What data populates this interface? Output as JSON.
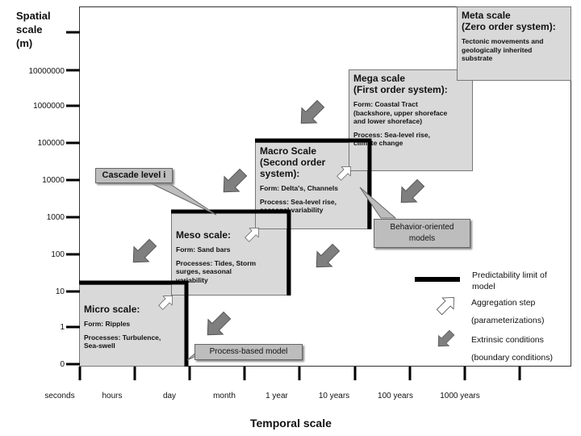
{
  "axes": {
    "y_title": [
      "Spatial",
      "scale",
      "(m)"
    ],
    "y_ticks": [
      "10000000",
      "1000000",
      "100000",
      "10000",
      "1000",
      "100",
      "10",
      "1",
      "0"
    ],
    "x_title": "Temporal scale",
    "x_ticks": [
      "seconds",
      "hours",
      "day",
      "month",
      "1 year",
      "10 years",
      "100 years",
      "1000 years"
    ]
  },
  "boxes": {
    "micro": {
      "title": "Micro scale:",
      "lines": [
        "Form: Ripples",
        "Processes: Turbulence,",
        "Sea-swell"
      ]
    },
    "meso": {
      "title": "Meso scale:",
      "lines": [
        "Form: Sand bars",
        "Processes: Tides, Storm",
        "surges, seasonal",
        "variability"
      ]
    },
    "macro": {
      "title": [
        "Macro Scale",
        "(Second order",
        "system):"
      ],
      "lines": [
        "Form: Delta's, Channels",
        "Process: Sea-level rise,",
        "seasonal variability"
      ]
    },
    "mega": {
      "title": [
        "Mega scale",
        "(First order system):"
      ],
      "lines": [
        "Form: Coastal Tract",
        "(backshore, upper shoreface",
        "and lower shoreface)",
        "Process: Sea-level rise,",
        "climate change"
      ]
    },
    "meta": {
      "title": [
        "Meta scale",
        "(Zero order system):"
      ],
      "lines": [
        "Tectonic movements and",
        "geologically inherited",
        "substrate"
      ]
    }
  },
  "callouts": {
    "cascade": "Cascade level i",
    "behavior": [
      "Behavior-oriented",
      "models"
    ],
    "process": "Process-based model"
  },
  "legend": {
    "predictability": [
      "Predictability limit of",
      "model"
    ],
    "aggregation": [
      "Aggregation step",
      "(parameterizations)"
    ],
    "extrinsic": [
      "Extrinsic conditions",
      "(boundary conditions)"
    ]
  },
  "colors": {
    "box_fill": "#d9d9d9",
    "arrow_fill": "#7f7f7f",
    "limit_line": "#000000"
  }
}
